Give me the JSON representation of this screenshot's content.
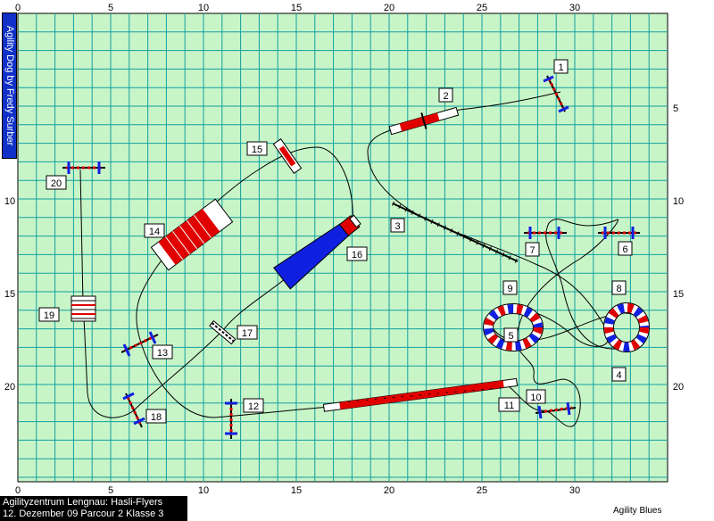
{
  "sidebar": {
    "title": "Agility Dog by Fredy Surber"
  },
  "axes": {
    "top_ticks": [
      "0",
      "5",
      "10",
      "15",
      "20",
      "25",
      "30"
    ],
    "bottom_ticks": [
      "0",
      "5",
      "10",
      "15",
      "20",
      "25",
      "30"
    ],
    "left_ticks": [
      "5",
      "10",
      "15",
      "20"
    ],
    "right_ticks": [
      "5",
      "10",
      "15",
      "20"
    ]
  },
  "obstacle_numbers": [
    "1",
    "2",
    "3",
    "4",
    "5",
    "6",
    "7",
    "8",
    "9",
    "10",
    "11",
    "12",
    "13",
    "14",
    "15",
    "16",
    "17",
    "18",
    "19",
    "20"
  ],
  "footer": {
    "line1": "Agilityzentrum Lengnau:  Hasli-Flyers",
    "line2": "12. Dezember 09  Parcour 2 Klasse 3",
    "brand": "Agility Blues"
  },
  "colors": {
    "field": "#c8f5c8",
    "grid": "#10a0a0",
    "tunnel_red": "#e00000",
    "tunnel_blue": "#1020e0"
  }
}
